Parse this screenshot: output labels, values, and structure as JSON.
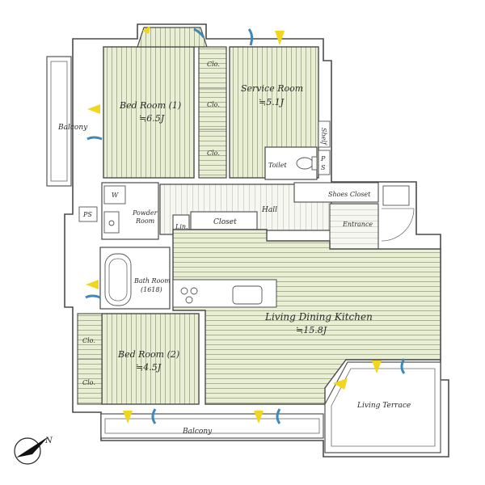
{
  "rooms": {
    "bedroom1": {
      "name": "Bed Room (1)",
      "area": "≒6.5J"
    },
    "service": {
      "name": "Service Room",
      "area": "≒5.1J"
    },
    "bedroom2": {
      "name": "Bed Room (2)",
      "area": "≒4.5J"
    },
    "ldk": {
      "name": "Living Dining Kitchen",
      "area": "≒15.8J"
    },
    "bath": {
      "name": "Bath Room",
      "size": "(1618)"
    },
    "powder": {
      "name_line1": "Powder",
      "name_line2": "Room"
    }
  },
  "labels": {
    "balcony_left": "Balcony",
    "balcony_bottom": "Balcony",
    "living_terrace": "Living Terrace",
    "hall": "Hall",
    "closet": "Closet",
    "shoes_closet": "Shoes Closet",
    "entrance": "Entrance",
    "toilet": "Toilet",
    "lin": "Lin.",
    "shelf": "Shelf",
    "ps_left": "PS",
    "ps_right_1": "P",
    "ps_right_2": "S",
    "w": "W",
    "clo_1": "Clo.",
    "clo_2": "Clo.",
    "clo_3": "Clo.",
    "clo_4": "Clo.",
    "clo_5": "Clo."
  },
  "compass": {
    "letter": "N"
  },
  "colors": {
    "floor_green": "#e9eed6",
    "floor_line": "#9aa37e",
    "wall": "#4a4a4a",
    "arrow_yellow": "#f1d61d",
    "arrow_blue": "#3f88b8"
  }
}
